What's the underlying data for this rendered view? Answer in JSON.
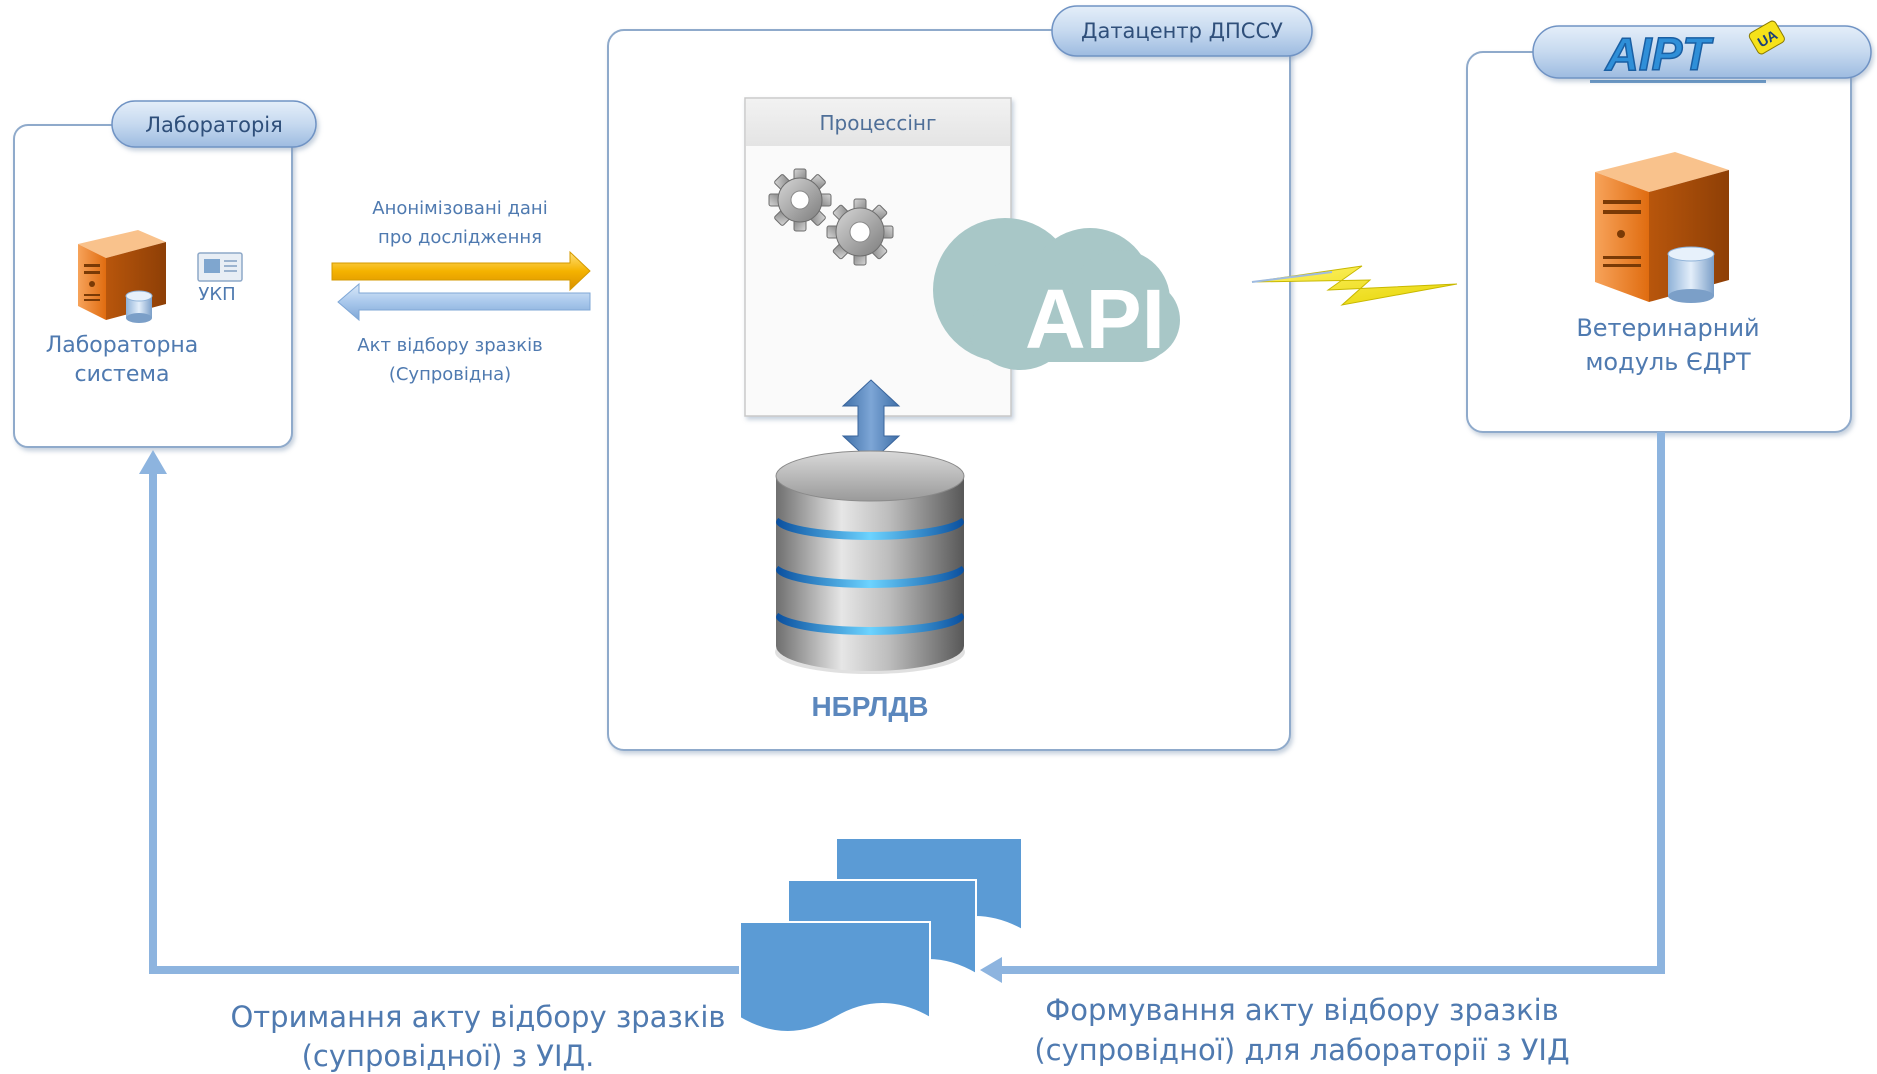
{
  "lab": {
    "tab_label": "Лабораторія",
    "system_line1": "Лабораторна",
    "system_line2": "система",
    "ukp_label": "УКП"
  },
  "arrows": {
    "to_dc_line1": "Анонімізовані дані",
    "to_dc_line2": "про дослідження",
    "from_dc_line1": "Акт відбору зразків",
    "from_dc_line2": "(Супровідна)"
  },
  "datacenter": {
    "tab_label": "Датацентр ДПССУ",
    "processing_label": "Процессінг",
    "api_label": "API",
    "db_label": "НБРЛДВ"
  },
  "airt": {
    "logo_text": "AIPT",
    "logo_badge": "UA",
    "module_line1": "Ветеринарний",
    "module_line2": "модуль ЄДРТ"
  },
  "bottom": {
    "left_line1": "Отримання акту відбору зразків",
    "left_line2": "(супровідної) з УІД.",
    "right_line1": "Формування акту відбору зразків",
    "right_line2": "(супровідної) для лабораторії з УІД"
  },
  "colors": {
    "frame": "#8faacb",
    "tab_fill": "#c5d7ee",
    "label_blue": "#4f7ab0",
    "orange_arrow": "#f2b400",
    "flow_blue": "#8db4df",
    "doc_blue": "#5b9bd5",
    "cloud": "#a8c7c7",
    "server_orange": "#e87a1e"
  }
}
